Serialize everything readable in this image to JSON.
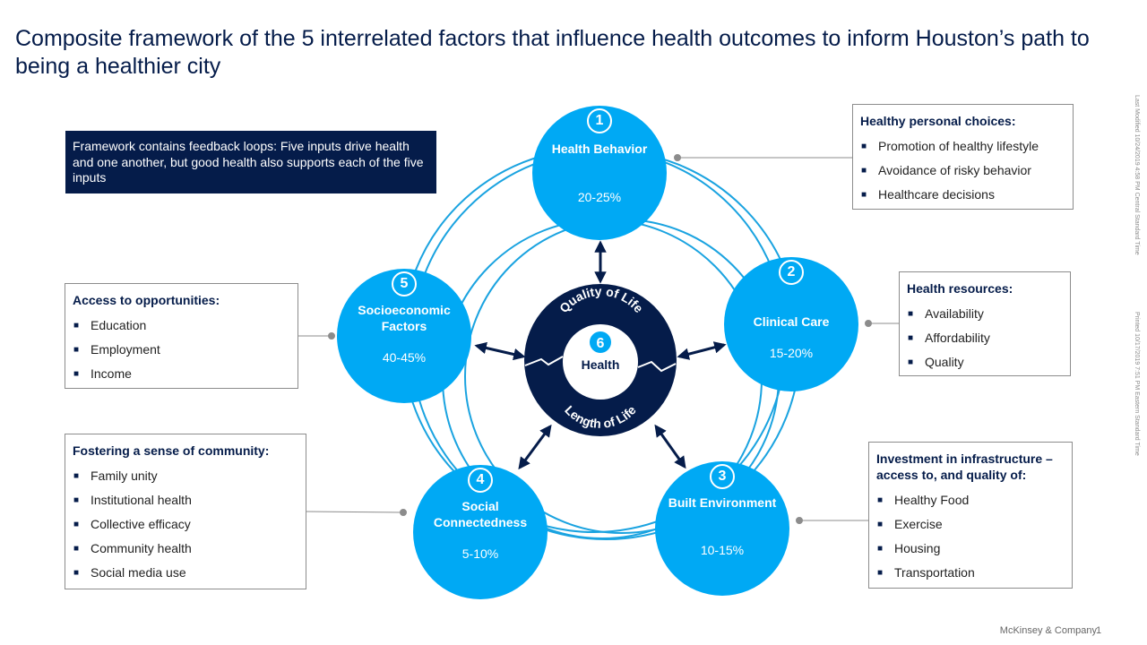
{
  "title": "Composite framework of the 5 interrelated factors that influence health outcomes to inform Houston’s path to being a healthier city",
  "note": "Framework contains feedback loops: Five inputs drive health and one another, but good health also supports each of the five inputs",
  "center": {
    "number": "6",
    "label": "Health",
    "top_arc": "Quality of Life",
    "bottom_arc": "Length of Life"
  },
  "factors": [
    {
      "number": "1",
      "name": "Health Behavior",
      "share": "20-25%"
    },
    {
      "number": "2",
      "name": "Clinical Care",
      "share": "15-20%"
    },
    {
      "number": "3",
      "name": "Built Environment",
      "share": "10-15%"
    },
    {
      "number": "4",
      "name": "Social Connectedness",
      "share": "5-10%"
    },
    {
      "number": "5",
      "name": "Socioeconomic Factors",
      "share": "40-45%"
    }
  ],
  "boxes": {
    "behavior": {
      "heading": "Healthy personal choices:",
      "items": [
        "Promotion of healthy lifestyle",
        "Avoidance  of risky behavior",
        "Healthcare decisions"
      ]
    },
    "clinical": {
      "heading": "Health resources:",
      "items": [
        "Availability",
        "Affordability",
        "Quality"
      ]
    },
    "built": {
      "heading": "Investment in infrastructure – access to, and quality  of:",
      "items": [
        "Healthy Food",
        "Exercise",
        "Housing",
        "Transportation"
      ]
    },
    "social": {
      "heading": "Fostering a sense of community:",
      "items": [
        "Family unity",
        "Institutional  health",
        "Collective efficacy",
        "Community health",
        "Social media use"
      ]
    },
    "socio": {
      "heading": "Access  to opportunities:",
      "items": [
        "Education",
        "Employment",
        "Income"
      ]
    }
  },
  "side_notes": {
    "modified": "Last Modified 10/24/2019 4:58 PM Central Standard Time",
    "printed": "Printed 10/17/2019 7:51 PM Eastern Standard Time"
  },
  "footer": {
    "company": "McKinsey & Company",
    "page": "1"
  },
  "colors": {
    "navy": "#051c4a",
    "cyan": "#00a9f4",
    "ring": "#1aa3e0"
  }
}
